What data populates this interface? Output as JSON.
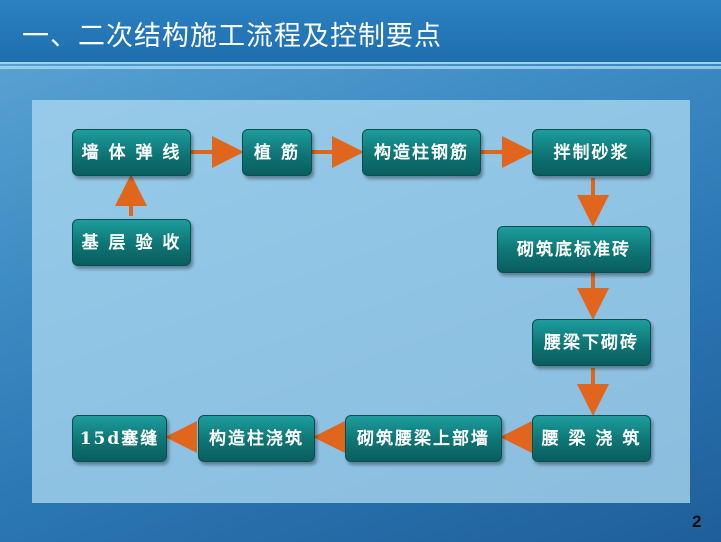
{
  "title": "一、二次结构施工流程及控制要点",
  "page_number": "2",
  "colors": {
    "node_fill": "#0e7474",
    "arrow": "#e0661e"
  },
  "nodes": {
    "n1": "墙 体 弹 线",
    "n2": "植 筋",
    "n3": "构造柱钢筋",
    "n4": "拌制砂浆",
    "n5": "基 层 验 收",
    "n6": "砌筑底标准砖",
    "n7": "腰梁下砌砖",
    "n8": "腰 梁 浇 筑",
    "n9": "砌筑腰梁上部墙",
    "n10": "构造柱浇筑",
    "n11": "15d塞缝"
  }
}
